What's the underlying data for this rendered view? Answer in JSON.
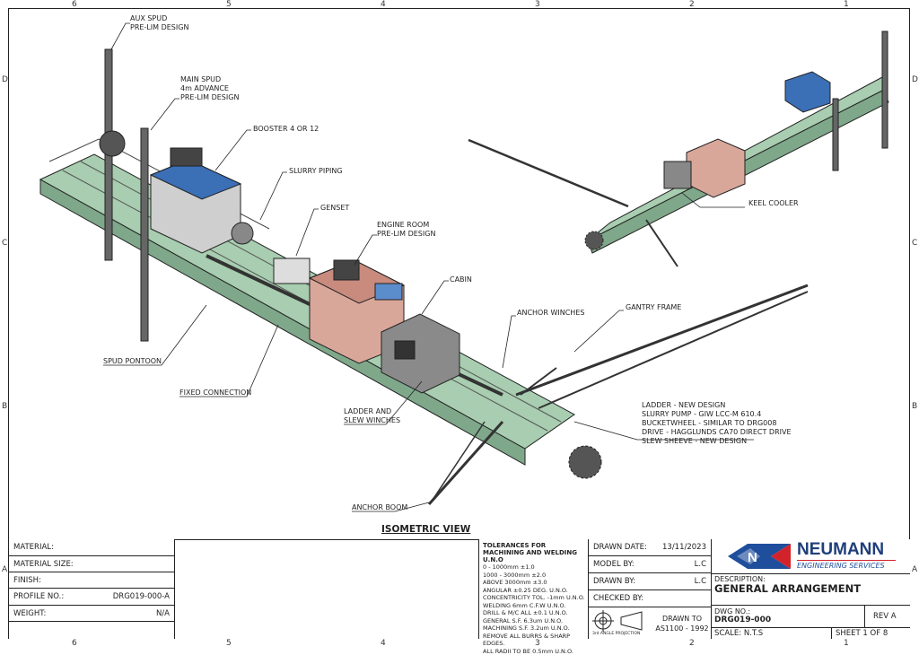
{
  "zones": {
    "columns": [
      "6",
      "5",
      "4",
      "3",
      "2",
      "1"
    ],
    "rows": [
      "D",
      "C",
      "B",
      "A"
    ]
  },
  "colors": {
    "hull": "#a8cdb0",
    "booster": "#3b6fb6",
    "engine_room": "#d9a79a",
    "cabin": "#7a7a7a",
    "logo_red": "#d2232a",
    "logo_blue": "#1f4e9c"
  },
  "labels": {
    "aux_spud": [
      "AUX SPUD",
      "PRE-LIM DESIGN"
    ],
    "main_spud": [
      "MAIN SPUD",
      "4m ADVANCE",
      "PRE-LIM DESIGN"
    ],
    "booster": "BOOSTER 4 OR 12",
    "slurry_piping": "SLURRY PIPING",
    "genset": "GENSET",
    "engine_room": [
      "ENGINE ROOM",
      "PRE-LIM DESIGN"
    ],
    "cabin": "CABIN",
    "anchor_winches": "ANCHOR WINCHES",
    "gantry_frame": "GANTRY FRAME",
    "keel_cooler": "KEEL COOLER",
    "spud_pontoon": "SPUD PONTOON",
    "fixed_connection": "FIXED CONNECTION",
    "ladder_slew": [
      "LADDER AND",
      "SLEW WINCHES"
    ],
    "notes": [
      "LADDER - NEW DESIGN",
      "SLURRY PUMP - GIW LCC-M 610.4",
      "BUCKETWHEEL - SIMILAR TO DRG008",
      "DRIVE - HAGGLUNDS CA70 DIRECT DRIVE",
      "SLEW SHEEVE - NEW DESIGN"
    ],
    "anchor_boom": "ANCHOR BOOM",
    "view_title": "ISOMETRIC VIEW"
  },
  "title_block": {
    "material": {
      "label": "MATERIAL:",
      "value": ""
    },
    "material_size": {
      "label": "MATERIAL SIZE:",
      "value": ""
    },
    "finish": {
      "label": "FINISH:",
      "value": ""
    },
    "profile_no": {
      "label": "PROFILE NO.:",
      "value": "DRG019-000-A"
    },
    "weight": {
      "label": "WEIGHT:",
      "value": "N/A"
    },
    "tolerances_title": "TOLERANCES FOR MACHINING AND WELDING U.N.O",
    "tolerances": [
      "0 - 1000mm ±1.0",
      "1000 - 3000mm ±2.0",
      "ABOVE 3000mm ±3.0",
      "ANGULAR ±0.25 DEG. U.N.O.",
      "CONCENTRICITY TOL. -1mm U.N.O.",
      "WELDING  6mm C.F.W U.N.O.",
      "DRILL & M/C ALL ±0.1 U.N.O.",
      "GENERAL S.F.  6.3um U.N.O.",
      "MACHINING S.F. 3.2um U.N.O.",
      "REMOVE ALL BURRS & SHARP EDGES.",
      "ALL RADII TO BE 0.5mm U.N.O."
    ],
    "drawn_date": {
      "label": "DRAWN DATE:",
      "value": "13/11/2023"
    },
    "model_by": {
      "label": "MODEL BY:",
      "value": "L.C"
    },
    "drawn_by": {
      "label": "DRAWN BY:",
      "value": "L.C"
    },
    "checked_by": {
      "label": "CHECKED BY:",
      "value": ""
    },
    "projection": "3rd ANGLE PROJECTION",
    "drawn_to": [
      "DRAWN TO",
      "AS1100 - 1992"
    ],
    "company": "NEUMANN",
    "company_sub": "ENGINEERING SERVICES",
    "logo_letter": "N",
    "description_label": "DESCRIPTION:",
    "description": "GENERAL ARRANGEMENT",
    "dwg_label": "DWG NO.:",
    "dwg_no": "DRG019-000",
    "rev": "REV A",
    "scale": "SCALE: N.T.S",
    "sheet": "SHEET 1 OF 8"
  }
}
